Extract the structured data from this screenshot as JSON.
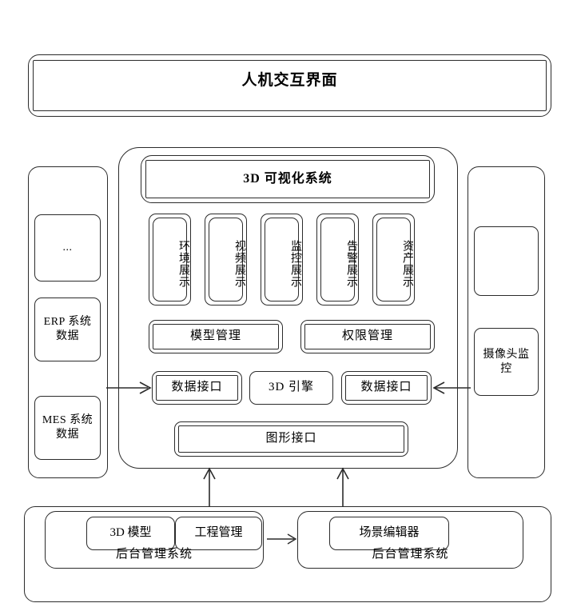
{
  "diagram": {
    "title_bar": {
      "label": "人机交互界面"
    },
    "center": {
      "visualization_system": {
        "label": "3D 可视化系统"
      },
      "display_modules": [
        {
          "label": "环境展示"
        },
        {
          "label": "视频展示"
        },
        {
          "label": "监控展示"
        },
        {
          "label": "告警展示"
        },
        {
          "label": "资产展示"
        }
      ],
      "management_modules": [
        {
          "label": "模型管理"
        },
        {
          "label": "权限管理"
        }
      ],
      "interface_modules": [
        {
          "label": "数据接口"
        },
        {
          "label": "3D 引擎"
        },
        {
          "label": "数据接口"
        }
      ],
      "graphics_interface": {
        "label": "图形接口"
      }
    },
    "left_column": {
      "items": [
        {
          "label": "..."
        },
        {
          "label": "ERP 系统数据"
        },
        {
          "label": "MES 系统数据"
        }
      ]
    },
    "right_column": {
      "items": [
        {
          "label": ""
        },
        {
          "label": "摄像头监控"
        }
      ]
    },
    "bottom": {
      "left_group": {
        "caption": "后台管理系统",
        "items": [
          {
            "label": "3D 模型"
          },
          {
            "label": "工程管理"
          }
        ]
      },
      "right_group": {
        "caption": "后台管理系统",
        "items": [
          {
            "label": "场景编辑器"
          }
        ]
      }
    },
    "colors": {
      "stroke": "#2b2b2b",
      "background": "#ffffff",
      "text": "#000000"
    }
  }
}
